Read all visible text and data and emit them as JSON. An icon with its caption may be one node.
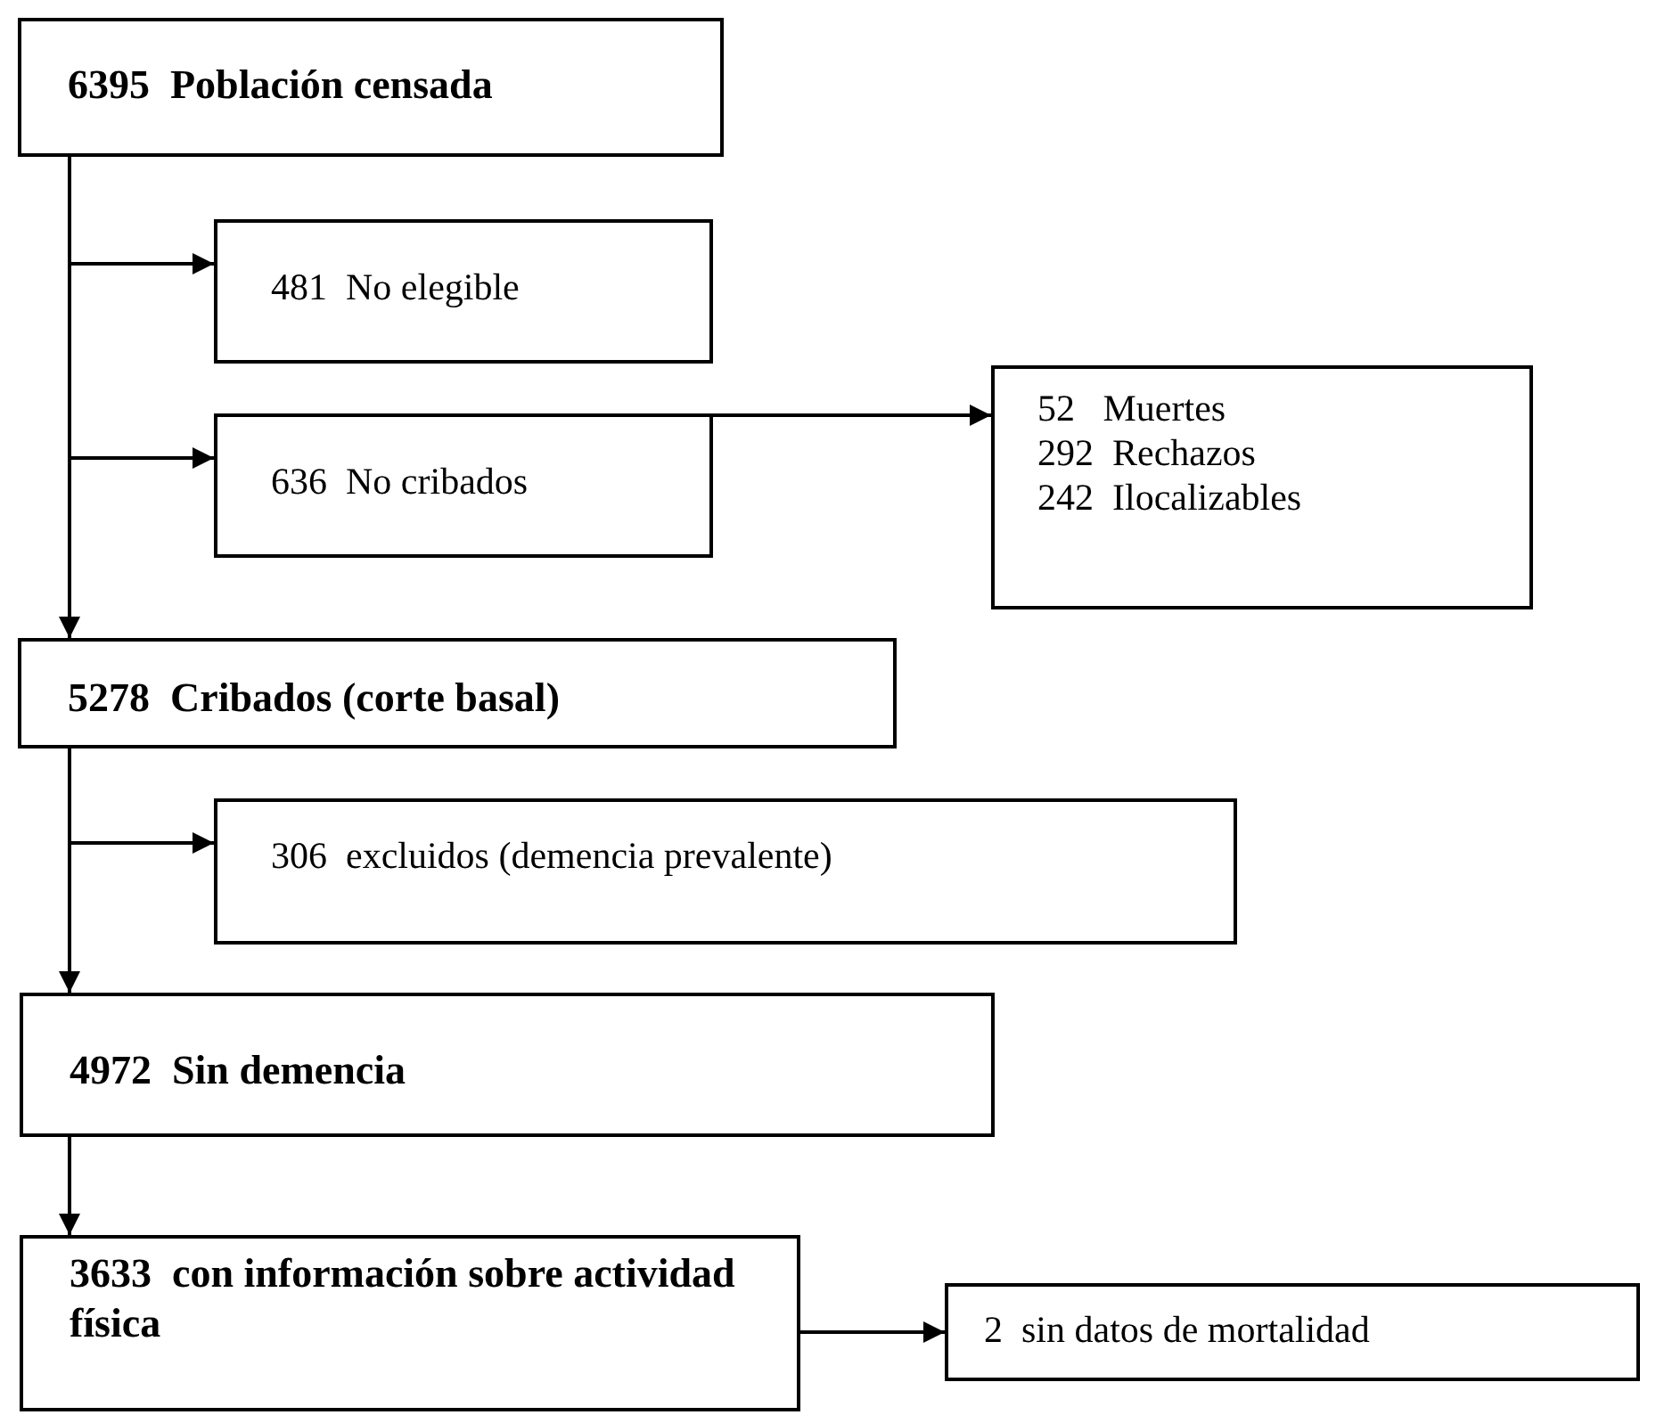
{
  "diagram": {
    "nodes": [
      {
        "text": [
          "6395  Población censada"
        ]
      },
      {
        "text": [
          "481  No elegible"
        ]
      },
      {
        "text": [
          "636  No cribados"
        ]
      },
      {
        "text": [
          "52   Muertes",
          "292  Rechazos",
          "242  Ilocalizables"
        ]
      },
      {
        "text": [
          "5278  Cribados (corte basal)"
        ]
      },
      {
        "text": [
          "306  excluidos (demencia prevalente)"
        ]
      },
      {
        "text": [
          "4972  Sin demencia"
        ]
      },
      {
        "text": [
          "3633  con información sobre actividad física"
        ]
      },
      {
        "text": [
          "2  sin datos de mortalidad"
        ]
      }
    ],
    "edges": [
      {
        "from": 0,
        "to": 1,
        "arrow": "to"
      },
      {
        "from": 0,
        "to": 2,
        "arrow": "to"
      },
      {
        "from": 0,
        "to": 4,
        "arrow": "to"
      },
      {
        "from": 2,
        "to": 3,
        "arrow": "to"
      },
      {
        "from": 4,
        "to": 5,
        "arrow": "to"
      },
      {
        "from": 4,
        "to": 6,
        "arrow": "to"
      },
      {
        "from": 6,
        "to": 7,
        "arrow": "to"
      },
      {
        "from": 7,
        "to": 8,
        "arrow": "to"
      }
    ]
  }
}
